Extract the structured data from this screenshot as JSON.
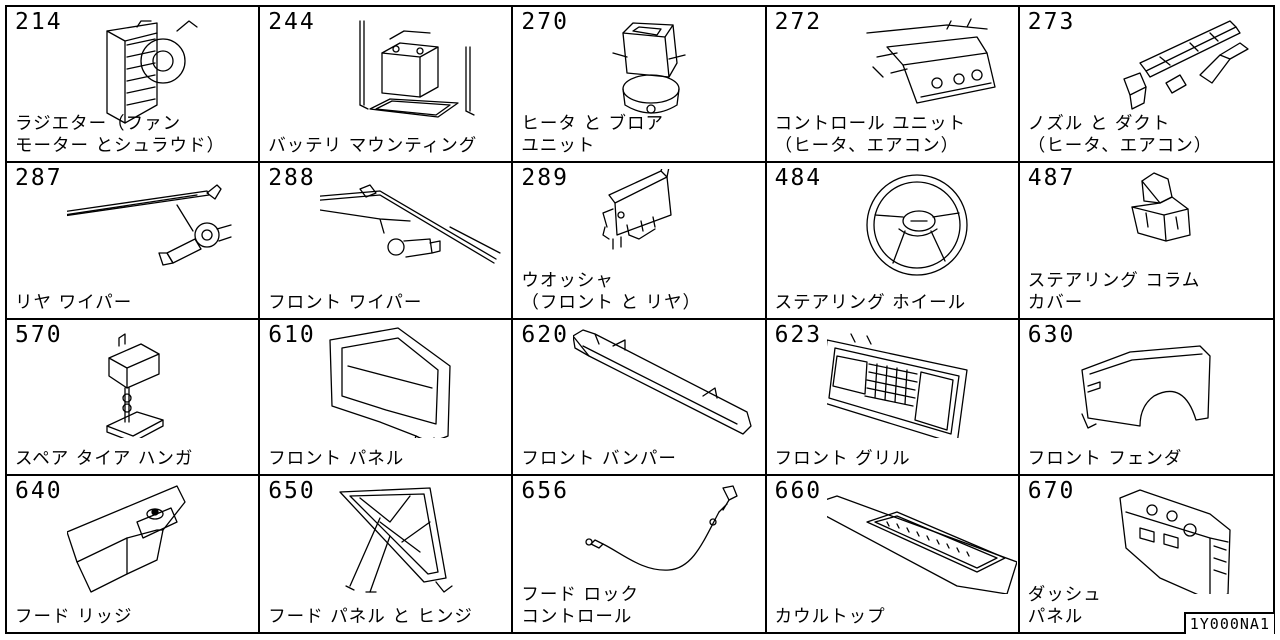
{
  "parts": [
    {
      "code": "214",
      "label": "ラジエター（ファン\nモーター とシュラウド）",
      "icon": "radiator-icon"
    },
    {
      "code": "244",
      "label": "バッテリ マウンティング",
      "icon": "battery-mount-icon"
    },
    {
      "code": "270",
      "label": "ヒータ と ブロア\nユニット",
      "icon": "heater-blower-icon"
    },
    {
      "code": "272",
      "label": "コントロール ユニット\n（ヒータ、エアコン）",
      "icon": "control-unit-icon"
    },
    {
      "code": "273",
      "label": "ノズル と ダクト\n（ヒータ、エアコン）",
      "icon": "nozzle-duct-icon"
    },
    {
      "code": "287",
      "label": "リヤ ワイパー",
      "icon": "rear-wiper-icon"
    },
    {
      "code": "288",
      "label": "フロント ワイパー",
      "icon": "front-wiper-icon"
    },
    {
      "code": "289",
      "label": "ウオッシャ\n（フロント と リヤ）",
      "icon": "washer-icon"
    },
    {
      "code": "484",
      "label": "ステアリング ホイール",
      "icon": "steering-wheel-icon"
    },
    {
      "code": "487",
      "label": "ステアリング コラム\nカバー",
      "icon": "column-cover-icon"
    },
    {
      "code": "570",
      "label": "スペア タイア ハンガ",
      "icon": "spare-tire-hanger-icon"
    },
    {
      "code": "610",
      "label": "フロント パネル",
      "icon": "front-panel-icon"
    },
    {
      "code": "620",
      "label": "フロント バンパー",
      "icon": "front-bumper-icon"
    },
    {
      "code": "623",
      "label": "フロント グリル",
      "icon": "front-grille-icon"
    },
    {
      "code": "630",
      "label": "フロント フェンダ",
      "icon": "front-fender-icon"
    },
    {
      "code": "640",
      "label": "フード リッジ",
      "icon": "hood-ledge-icon"
    },
    {
      "code": "650",
      "label": "フード パネル と ヒンジ",
      "icon": "hood-panel-hinge-icon"
    },
    {
      "code": "656",
      "label": "フード ロック\nコントロール",
      "icon": "hood-lock-cable-icon"
    },
    {
      "code": "660",
      "label": "カウルトップ",
      "icon": "cowl-top-icon"
    },
    {
      "code": "670",
      "label": "ダッシュ\nパネル",
      "icon": "dash-panel-icon"
    }
  ],
  "reference_code": "1Y000NA1"
}
